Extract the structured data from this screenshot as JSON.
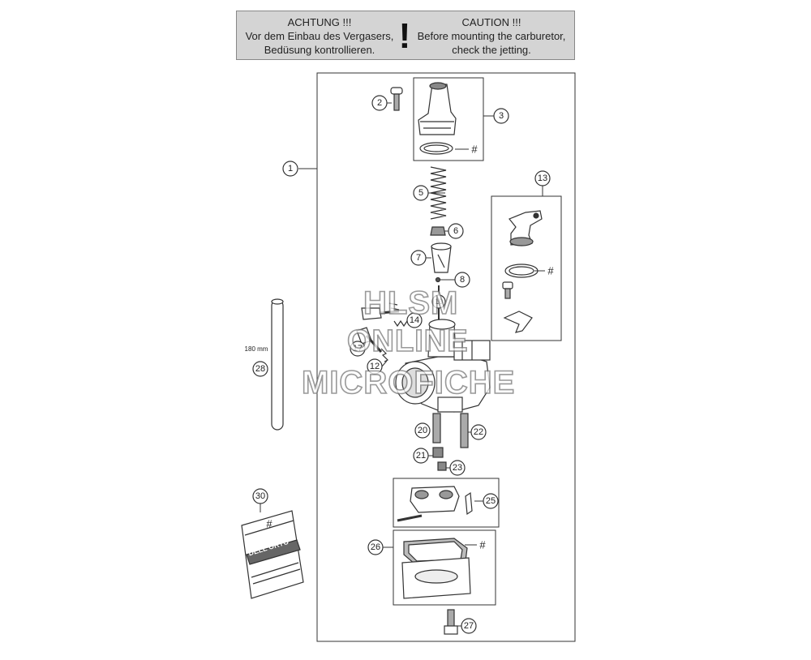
{
  "warning": {
    "de_title": "ACHTUNG !!!",
    "de_line1": "Vor dem Einbau des Vergasers,",
    "de_line2": "Bedüsung kontrollieren.",
    "mark": "!",
    "en_title": "CAUTION !!!",
    "en_line1": "Before mounting the carburetor,",
    "en_line2": "check the jetting."
  },
  "callouts": {
    "c1": "1",
    "c2": "2",
    "c3": "3",
    "c5": "5",
    "c6": "6",
    "c7": "7",
    "c8": "8",
    "c10": "10",
    "c12": "12",
    "c13": "13",
    "c14": "14",
    "c17": "17",
    "c20": "20",
    "c21": "21",
    "c22": "22",
    "c23": "23",
    "c25": "25",
    "c26": "26",
    "c27": "27",
    "c28": "28",
    "c30": "30"
  },
  "marks": {
    "hash": "#"
  },
  "hose_length": "180 mm",
  "bag_label": "DELL'ORTO",
  "watermark": {
    "line1": "HLSM",
    "line2": "ONLINE",
    "line3": "MICROFICHE"
  }
}
